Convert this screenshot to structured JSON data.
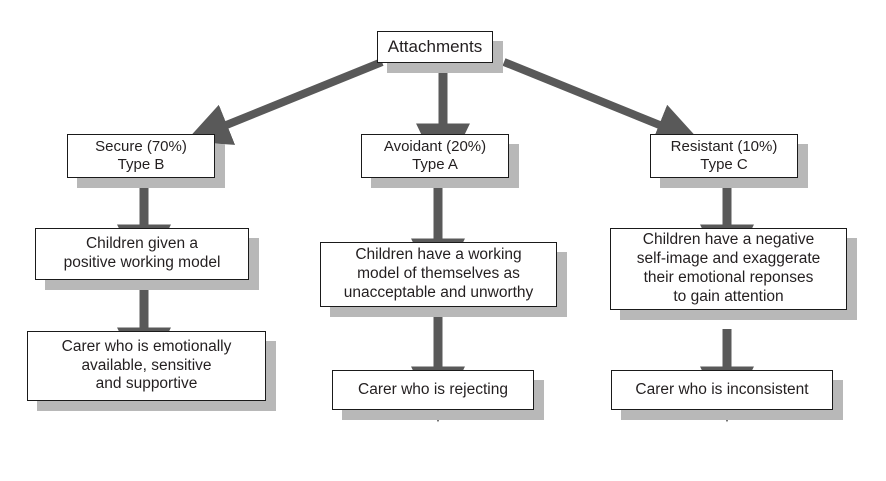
{
  "diagram": {
    "title": "Attachments",
    "type": "flowchart",
    "orientation": "top-down",
    "colors": {
      "background": "#ffffff",
      "box_fill": "#ffffff",
      "box_border": "#1a1a1a",
      "text": "#231f20",
      "shadow": "#b8b8b8",
      "arrow": "#595959"
    },
    "root": {
      "id": "attachments",
      "label": "Attachments"
    },
    "columns": [
      {
        "id": "secure",
        "type_label": "Secure (70%)\nType B",
        "type_name": "Secure",
        "percentage": "70%",
        "type_code": "Type B",
        "outcome": "Children given a\npositive working model",
        "carer": "Carer who is emotionally\navailable, sensitive\nand supportive"
      },
      {
        "id": "avoidant",
        "type_label": "Avoidant (20%)\nType A",
        "type_name": "Avoidant",
        "percentage": "20%",
        "type_code": "Type A",
        "outcome": "Children have a working\nmodel of themselves as\nunacceptable and unworthy",
        "carer": "Carer who is rejecting"
      },
      {
        "id": "resistant",
        "type_label": "Resistant (10%)\nType C",
        "type_name": "Resistant",
        "percentage": "10%",
        "type_code": "Type C",
        "outcome": "Children have a negative\nself-image and exaggerate\ntheir emotional reponses\nto gain attention",
        "carer": "Carer who is inconsistent"
      }
    ],
    "edges": [
      {
        "from": "attachments",
        "to": "secure",
        "style": "diagonal-left"
      },
      {
        "from": "attachments",
        "to": "avoidant",
        "style": "vertical"
      },
      {
        "from": "attachments",
        "to": "resistant",
        "style": "diagonal-right"
      },
      {
        "from": "secure",
        "to": "secure-outcome",
        "style": "vertical"
      },
      {
        "from": "secure-outcome",
        "to": "secure-carer",
        "style": "vertical"
      },
      {
        "from": "avoidant",
        "to": "avoidant-outcome",
        "style": "vertical"
      },
      {
        "from": "avoidant-outcome",
        "to": "avoidant-carer",
        "style": "vertical"
      },
      {
        "from": "resistant",
        "to": "resistant-outcome",
        "style": "vertical"
      },
      {
        "from": "resistant-outcome",
        "to": "resistant-carer",
        "style": "vertical"
      }
    ]
  }
}
